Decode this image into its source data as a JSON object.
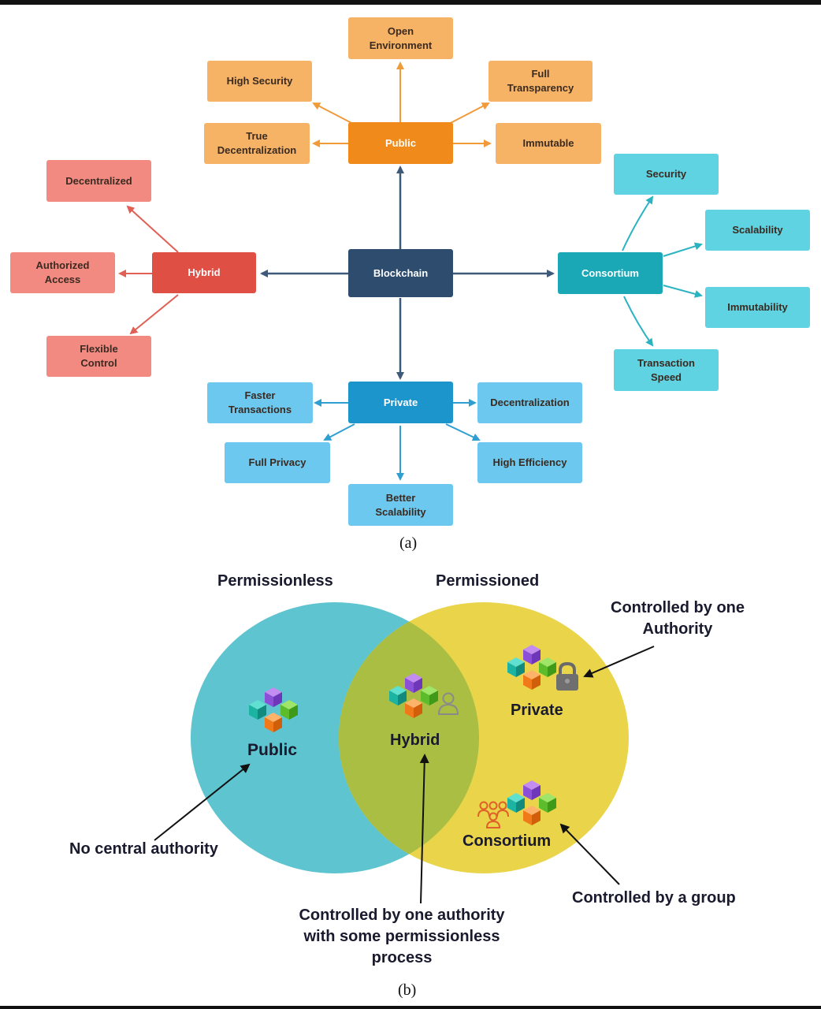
{
  "diagram_a": {
    "center": "Blockchain",
    "public": {
      "label": "Public",
      "children": [
        "Open\nEnvironment",
        "High Security",
        "Full\nTransparency",
        "True\nDecentralization",
        "Immutable"
      ]
    },
    "hybrid": {
      "label": "Hybrid",
      "children": [
        "Decentralized",
        "Authorized\nAccess",
        "Flexible\nControl"
      ]
    },
    "consortium": {
      "label": "Consortium",
      "children": [
        "Security",
        "Scalability",
        "Immutability",
        "Transaction\nSpeed"
      ]
    },
    "private": {
      "label": "Private",
      "children": [
        "Faster\nTransactions",
        "Decentralization",
        "Full Privacy",
        "High Efficiency",
        "Better\nScalability"
      ]
    },
    "caption": "(a)"
  },
  "diagram_b": {
    "permissionless": "Permissionless",
    "permissioned": "Permissioned",
    "public": "Public",
    "hybrid": "Hybrid",
    "private": "Private",
    "consortium": "Consortium",
    "callout_private": "Controlled by one\nAuthority",
    "callout_public": "No central authority",
    "callout_consortium": "Controlled by a group",
    "callout_hybrid": "Controlled by one authority\nwith some permissionless\nprocess",
    "caption": "(b)",
    "colors": {
      "permissionless": "#5ec4cf",
      "permissioned": "#e9d44a",
      "overlap": "#a9be43"
    }
  },
  "icons": [
    "blocks-icon",
    "user-icon",
    "lock-icon",
    "group-icon"
  ]
}
